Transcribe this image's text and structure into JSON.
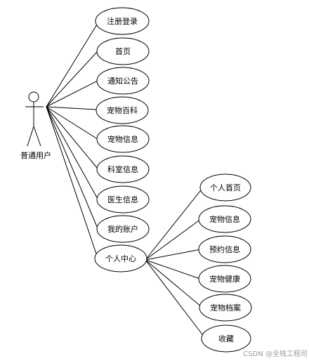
{
  "actor": {
    "label": "普通用户"
  },
  "use_cases": [
    {
      "label": "注册登录"
    },
    {
      "label": "首页"
    },
    {
      "label": "通知公告"
    },
    {
      "label": "宠物百科"
    },
    {
      "label": "宠物信息"
    },
    {
      "label": "科室信息"
    },
    {
      "label": "医生信息"
    },
    {
      "label": "我的账户"
    },
    {
      "label": "个人中心"
    }
  ],
  "sub_use_cases": [
    {
      "label": "个人首页"
    },
    {
      "label": "宠物信息"
    },
    {
      "label": "预约信息"
    },
    {
      "label": "宠物健康"
    },
    {
      "label": "宠物档案"
    },
    {
      "label": "收藏"
    }
  ],
  "watermark": "CSDN @全栈工程司"
}
